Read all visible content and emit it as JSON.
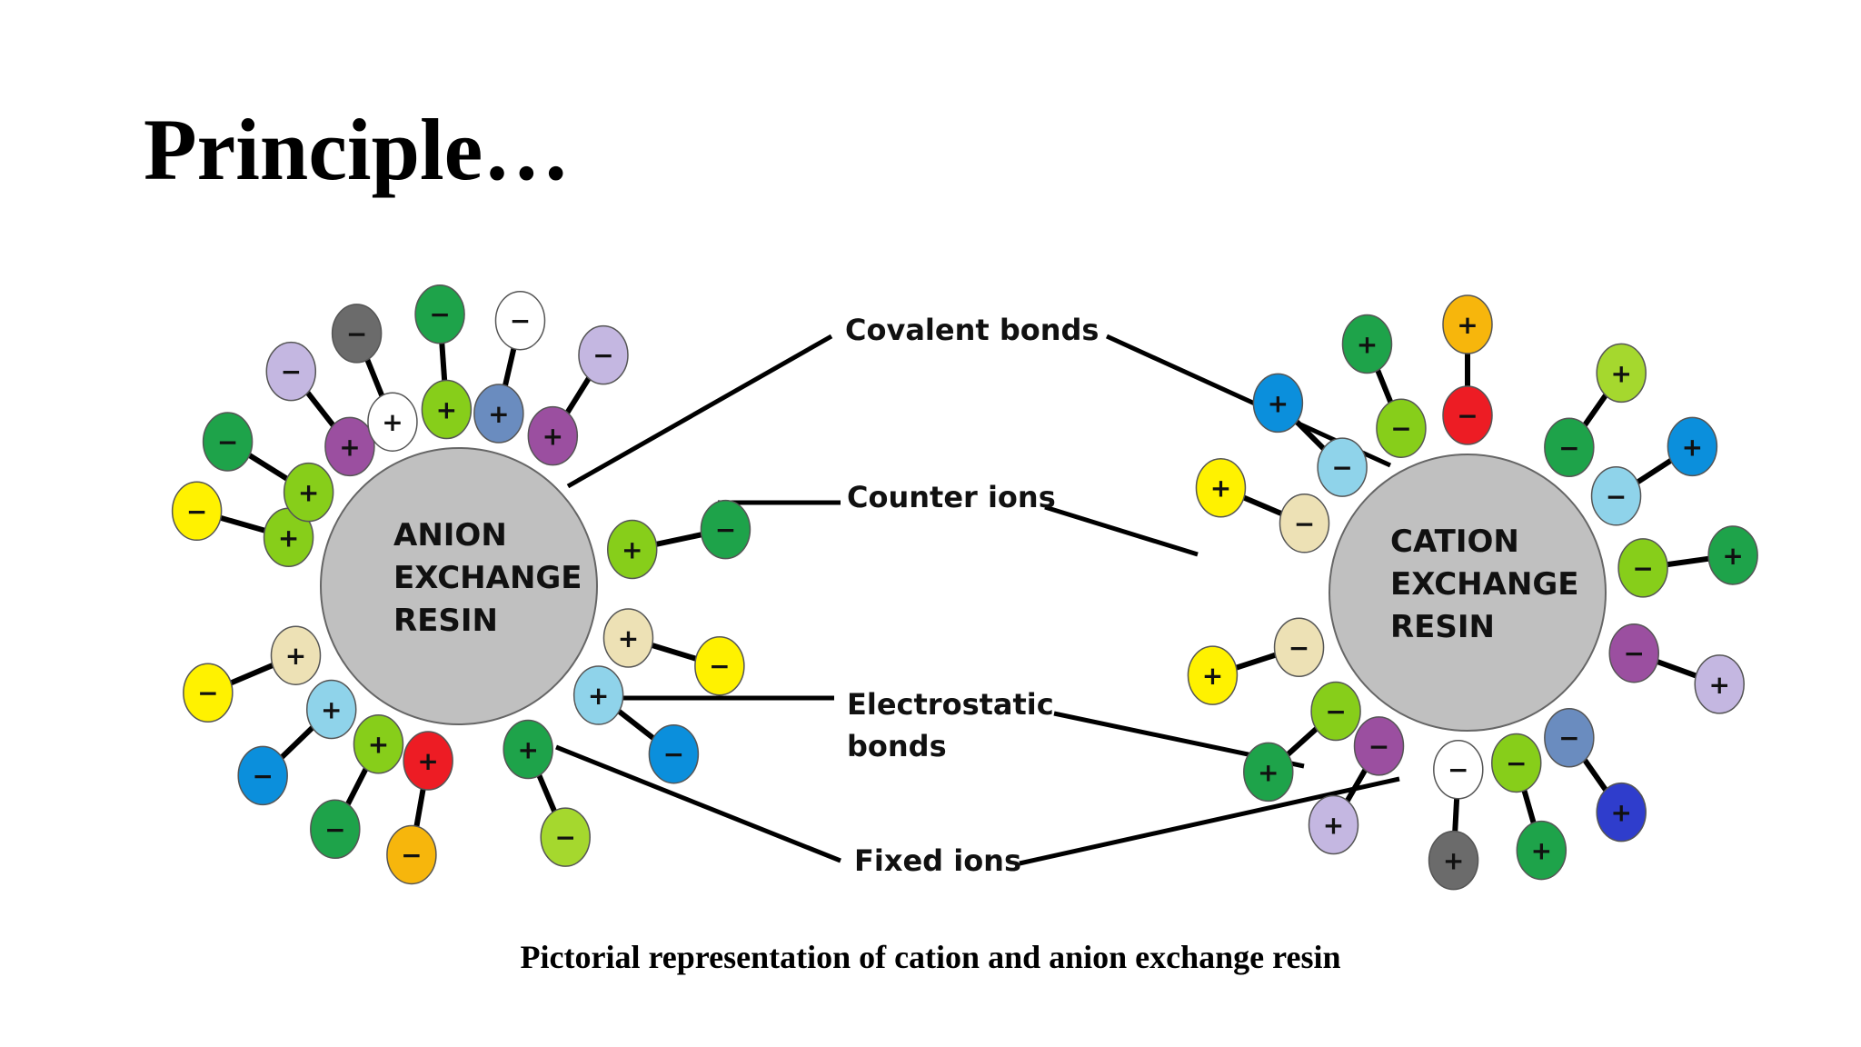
{
  "title": "Principle…",
  "caption": "Pictorial representation of cation and anion exchange resin",
  "callouts": {
    "covalent_bonds": "Covalent bonds",
    "counter_ions": "Counter ions",
    "electrostatic_bonds": [
      "Electrostatic",
      "bonds"
    ],
    "fixed_ions": "Fixed ions"
  },
  "anion_resin": {
    "label": [
      "ANION",
      "EXCHANGE",
      "RESIN"
    ],
    "color": "#c0c0c0",
    "fixed_sign": "+",
    "counter_sign": "−",
    "pairs": [
      {
        "fixed": "#87ce1a",
        "counter": "#fff200"
      },
      {
        "fixed": "#87ce1a",
        "counter": "#1ea34a"
      },
      {
        "fixed": "#9b4fa0",
        "counter": "#c4b7e1"
      },
      {
        "fixed": "#ffffff",
        "counter": "#6b6b6b"
      },
      {
        "fixed": "#87ce1a",
        "counter": "#1ea34a"
      },
      {
        "fixed": "#6a8cbf",
        "counter": "#ffffff"
      },
      {
        "fixed": "#9b4fa0",
        "counter": "#c4b7e1"
      },
      {
        "fixed": "#87ce1a",
        "counter": "#1ea34a"
      },
      {
        "fixed": "#ede1b5",
        "counter": "#fff200"
      },
      {
        "fixed": "#8fd3ea",
        "counter": "#0b8fdc"
      },
      {
        "fixed": "#1ea34a",
        "counter": "#a5d82e"
      },
      {
        "fixed": "#ed1c24",
        "counter": "#f7b60c"
      },
      {
        "fixed": "#87ce1a",
        "counter": "#1ea34a"
      },
      {
        "fixed": "#8fd3ea",
        "counter": "#0b8fdc"
      },
      {
        "fixed": "#ede1b5",
        "counter": "#fff200"
      }
    ]
  },
  "cation_resin": {
    "label": [
      "CATION",
      "EXCHANGE",
      "RESIN"
    ],
    "color": "#c0c0c0",
    "fixed_sign": "−",
    "counter_sign": "+",
    "pairs": [
      {
        "fixed": "#ede1b5",
        "counter": "#fff200"
      },
      {
        "fixed": "#87ce1a",
        "counter": "#1ea34a"
      },
      {
        "fixed": "#9b4fa0",
        "counter": "#c4b7e1"
      },
      {
        "fixed": "#ffffff",
        "counter": "#6b6b6b"
      },
      {
        "fixed": "#87ce1a",
        "counter": "#1ea34a"
      },
      {
        "fixed": "#6a8cbf",
        "counter": "#2f3dcc"
      },
      {
        "fixed": "#9b4fa0",
        "counter": "#c4b7e1"
      },
      {
        "fixed": "#87ce1a",
        "counter": "#1ea34a"
      },
      {
        "fixed": "#8fd3ea",
        "counter": "#0b8fdc"
      },
      {
        "fixed": "#1ea34a",
        "counter": "#a5d82e"
      },
      {
        "fixed": "#ed1c24",
        "counter": "#f7b60c"
      },
      {
        "fixed": "#87ce1a",
        "counter": "#1ea34a"
      },
      {
        "fixed": "#8fd3ea",
        "counter": "#0b8fdc"
      },
      {
        "fixed": "#ede1b5",
        "counter": "#fff200"
      }
    ]
  }
}
